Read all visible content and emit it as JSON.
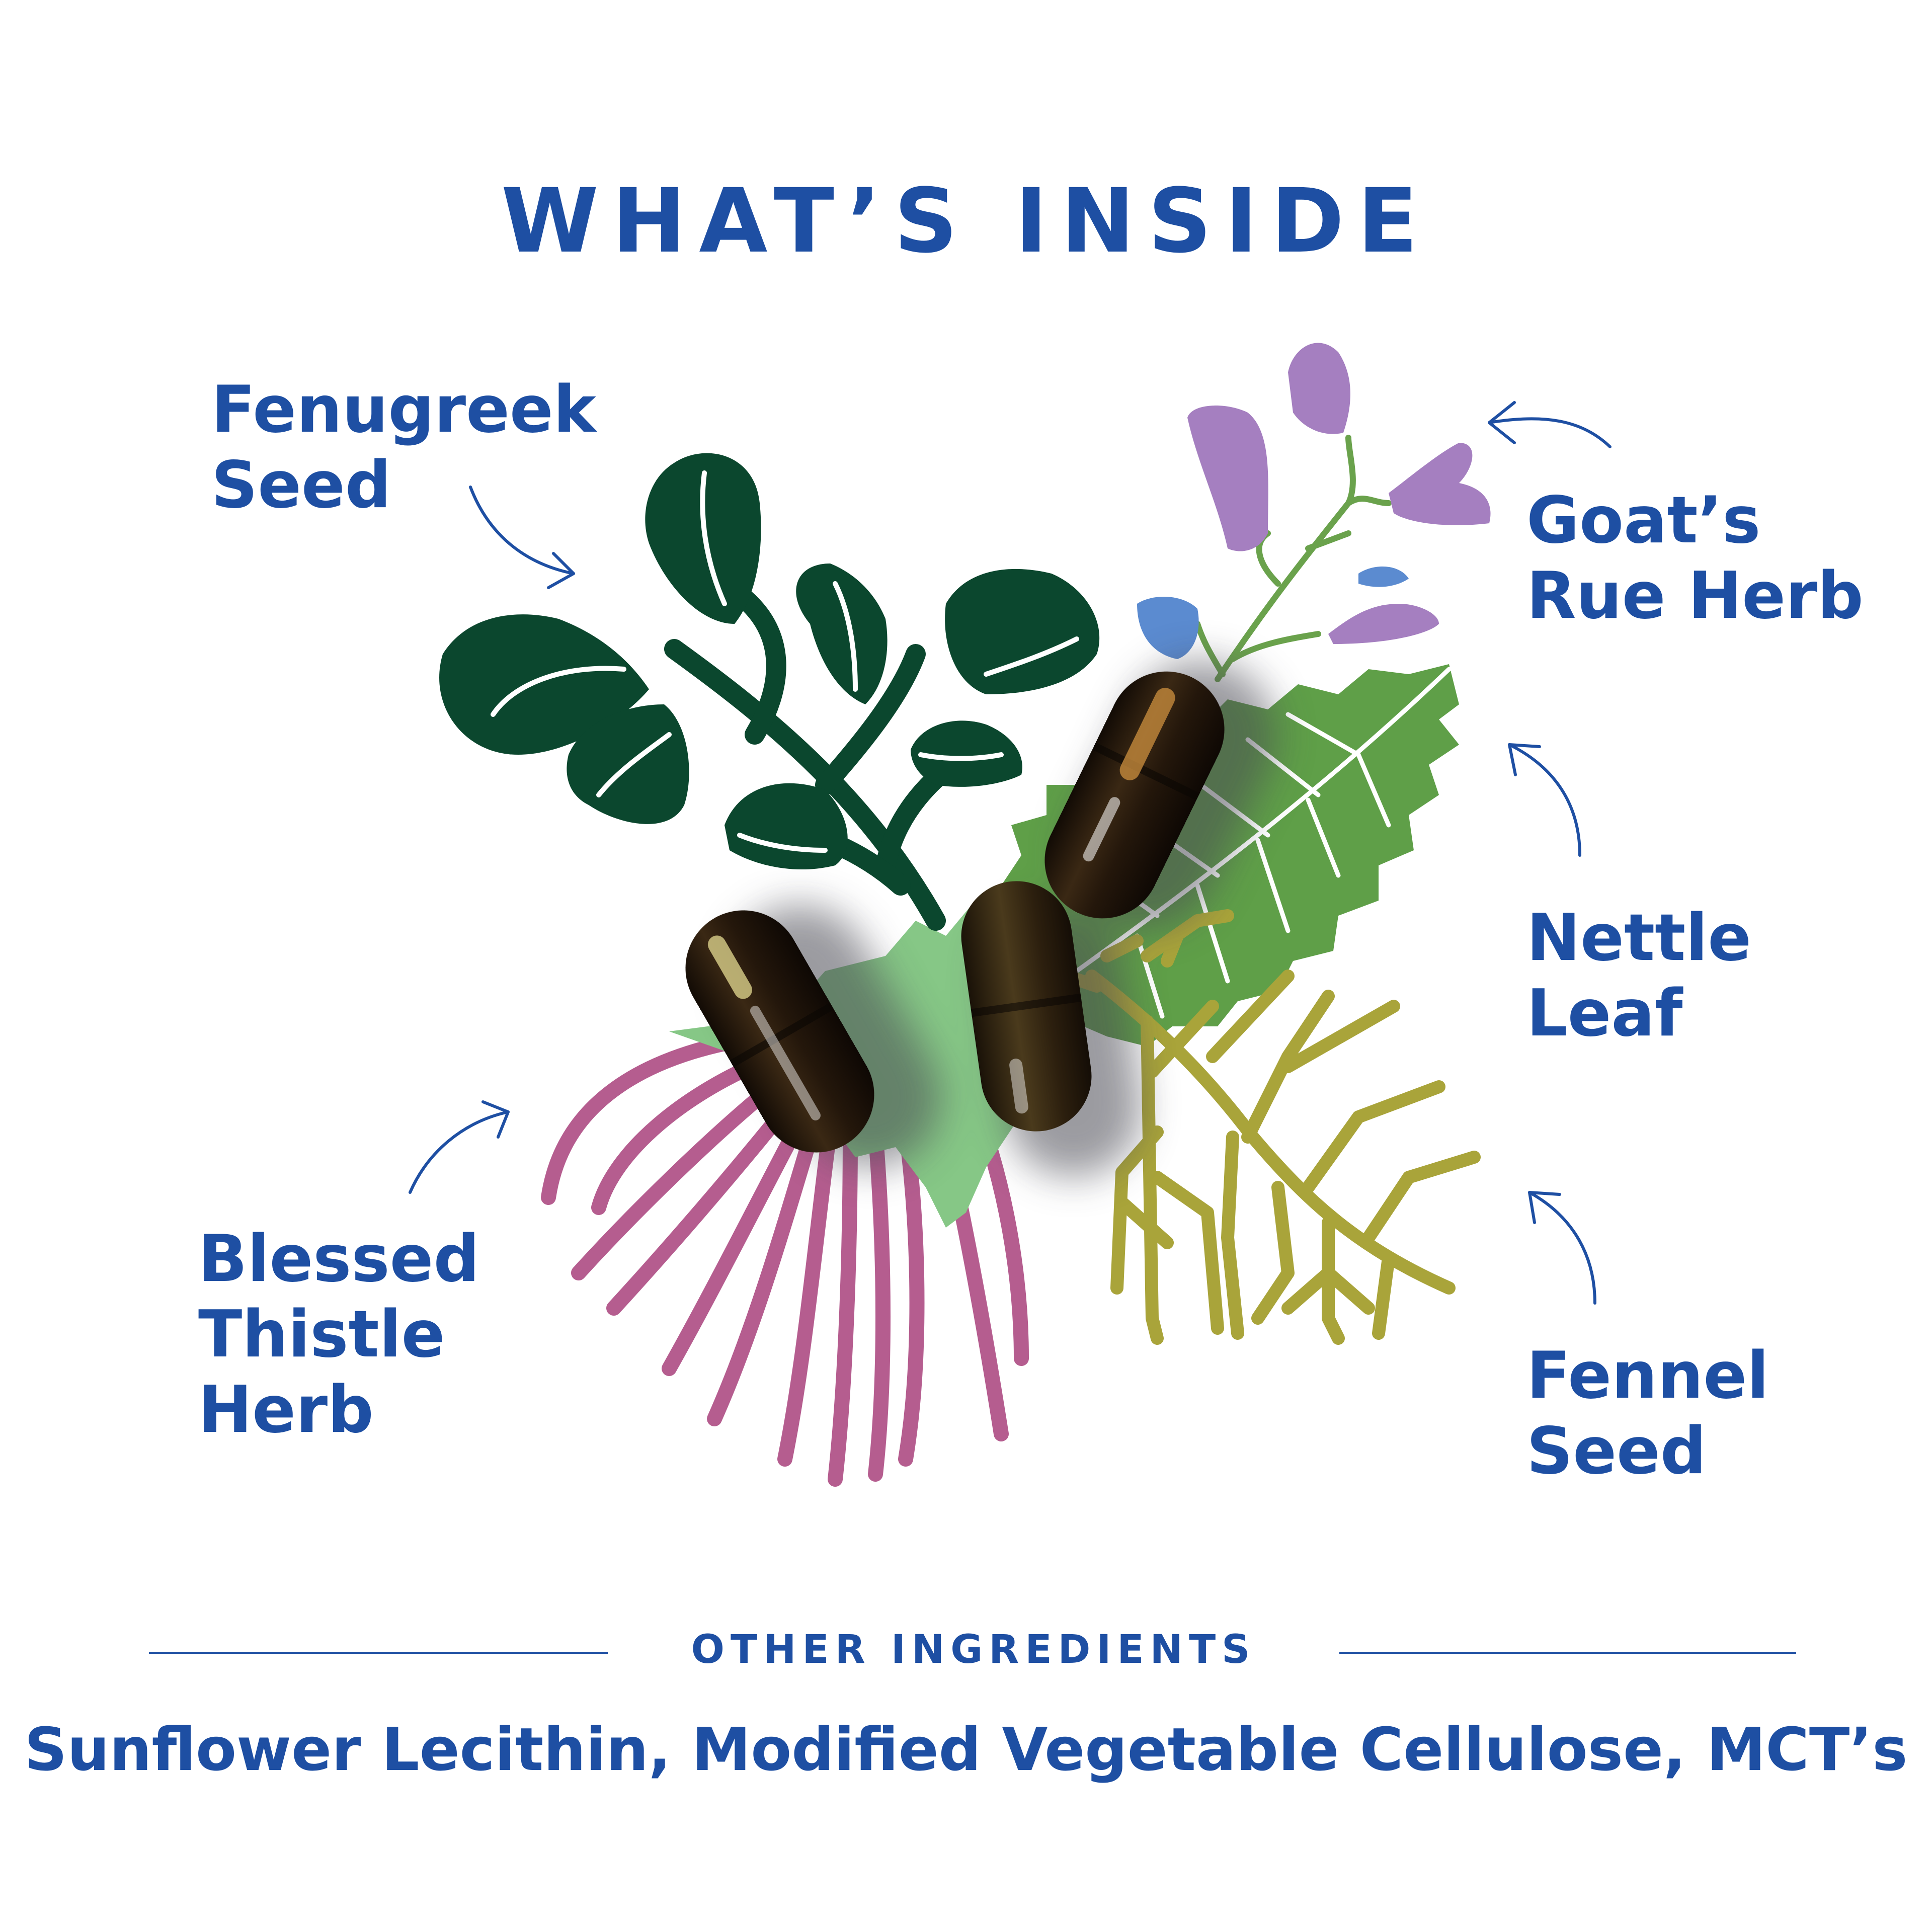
{
  "title": "WHAT’S INSIDE",
  "ingredients": {
    "fenugreek": {
      "line1": "Fenugreek",
      "line2": "Seed"
    },
    "goats_rue": {
      "line1": "Goat’s",
      "line2": "Rue Herb"
    },
    "nettle": {
      "line1": "Nettle",
      "line2": "Leaf"
    },
    "blessed_thistle": {
      "line1": "Blessed",
      "line2": "Thistle",
      "line3": "Herb"
    },
    "fennel": {
      "line1": "Fennel",
      "line2": "Seed"
    }
  },
  "other_ingredients": {
    "heading": "OTHER INGREDIENTS",
    "list": "Sunflower Lecithin, Modified Vegetable Cellulose, MCT’s"
  },
  "colors": {
    "text_blue": "#1e4fa3",
    "fenugreek_green": "#0b472e",
    "nettle_green": "#5f9f48",
    "thistle_leaf": "#86c786",
    "thistle_pink": "#b55d8f",
    "fennel_olive": "#a9a43a",
    "goats_rue_purple": "#a57fc0",
    "goats_rue_blue": "#5b8bd0",
    "capsule_dark": "#2a1c10"
  }
}
